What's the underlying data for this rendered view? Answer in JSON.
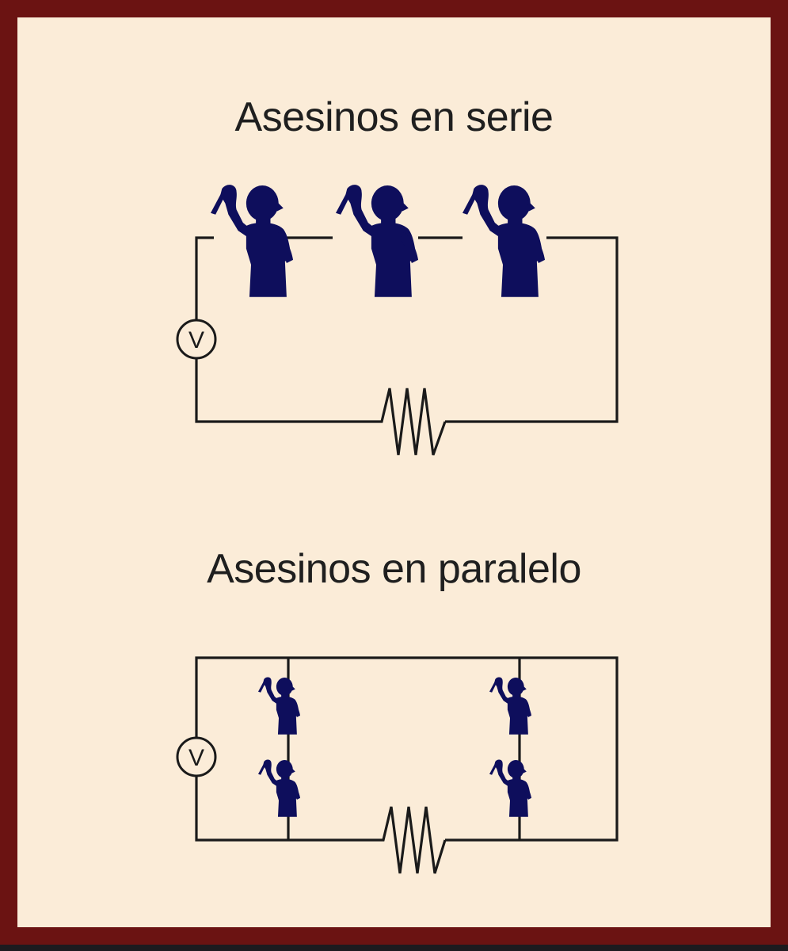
{
  "image": {
    "frame_color": "#6b1312",
    "panel_color": "#fbecd8",
    "figure_color": "#0e0e5c",
    "wire_color": "#1a1a1a"
  },
  "series_circuit": {
    "title": "Asesinos en serie",
    "voltmeter_label": "V",
    "figure_count": 3
  },
  "parallel_circuit": {
    "title": "Asesinos en paralelo",
    "voltmeter_label": "V",
    "figure_count": 4
  }
}
